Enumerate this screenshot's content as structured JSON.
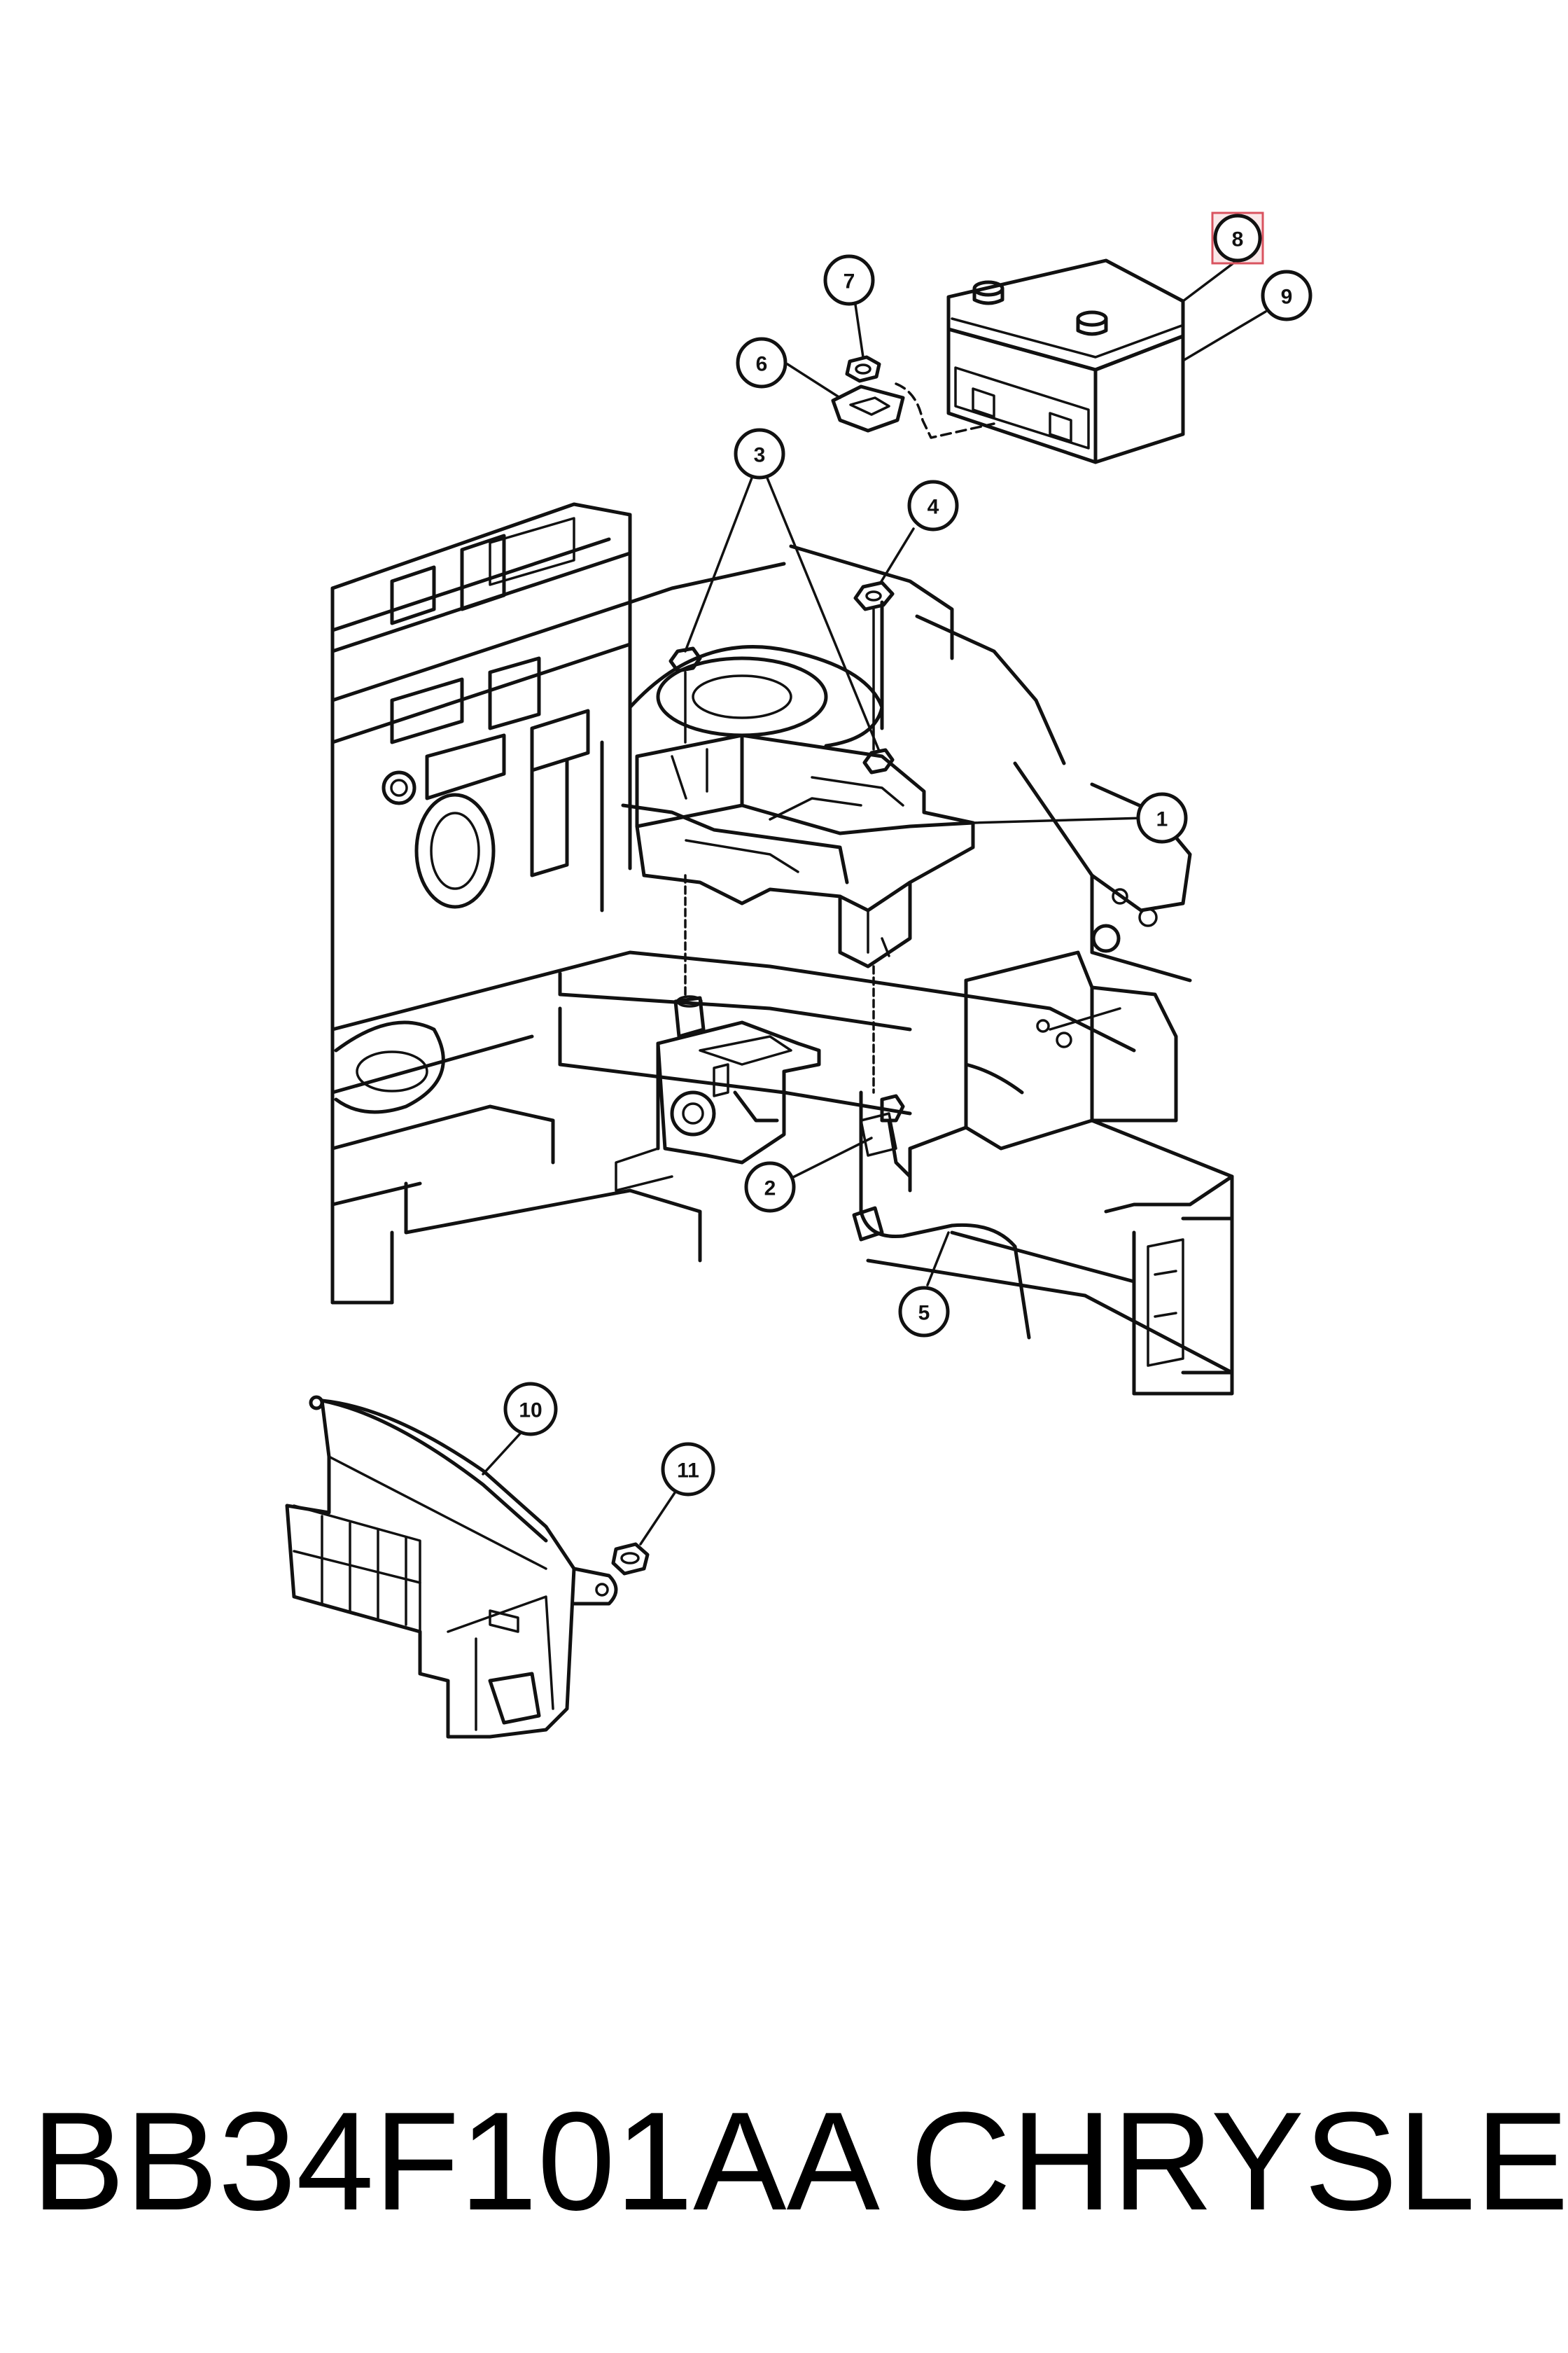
{
  "diagram": {
    "callouts": [
      {
        "id": "1",
        "label": "1"
      },
      {
        "id": "2",
        "label": "2"
      },
      {
        "id": "3",
        "label": "3"
      },
      {
        "id": "4",
        "label": "4"
      },
      {
        "id": "5",
        "label": "5"
      },
      {
        "id": "6",
        "label": "6"
      },
      {
        "id": "7",
        "label": "7"
      },
      {
        "id": "8",
        "label": "8"
      },
      {
        "id": "9",
        "label": "9"
      },
      {
        "id": "10",
        "label": "10"
      },
      {
        "id": "11",
        "label": "11"
      }
    ],
    "highlighted_callout": "8",
    "colors": {
      "line": "#111111",
      "highlight": "#d9535f"
    }
  },
  "footer": {
    "part_number": "BB34F101AA",
    "brand": "CHRYSLER"
  }
}
